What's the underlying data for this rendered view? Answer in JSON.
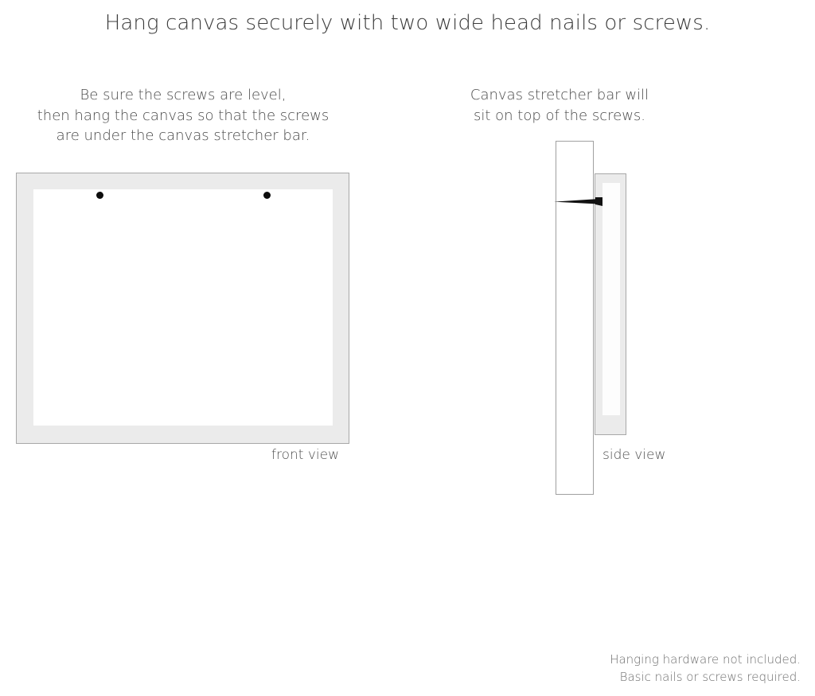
{
  "title": "Hang canvas securely with two wide head nails or screws.",
  "captions": {
    "left": {
      "line1": "Be sure the screws are level,",
      "line2": "then hang the canvas so that the screws",
      "line3": "are under the canvas stretcher bar."
    },
    "right": {
      "line1": "Canvas stretcher bar will",
      "line2": "sit on top of the screws."
    }
  },
  "diagrams": {
    "front": {
      "label": "front view",
      "screws": [
        {
          "name": "left-screw"
        },
        {
          "name": "right-screw"
        }
      ]
    },
    "side": {
      "label": "side view"
    }
  },
  "footer": {
    "line1": "Hanging hardware not included.",
    "line2": "Basic nails or screws required."
  },
  "colors": {
    "text_dark": "#3c3c3c",
    "text_body": "#4a4a4a",
    "text_label": "#515151",
    "text_footer": "#6e6e6e",
    "frame_fill": "#ebebeb",
    "frame_border": "#a8a8a8",
    "canvas_white": "#ffffff",
    "screw": "#0d0d0d",
    "nail": "#111111"
  }
}
